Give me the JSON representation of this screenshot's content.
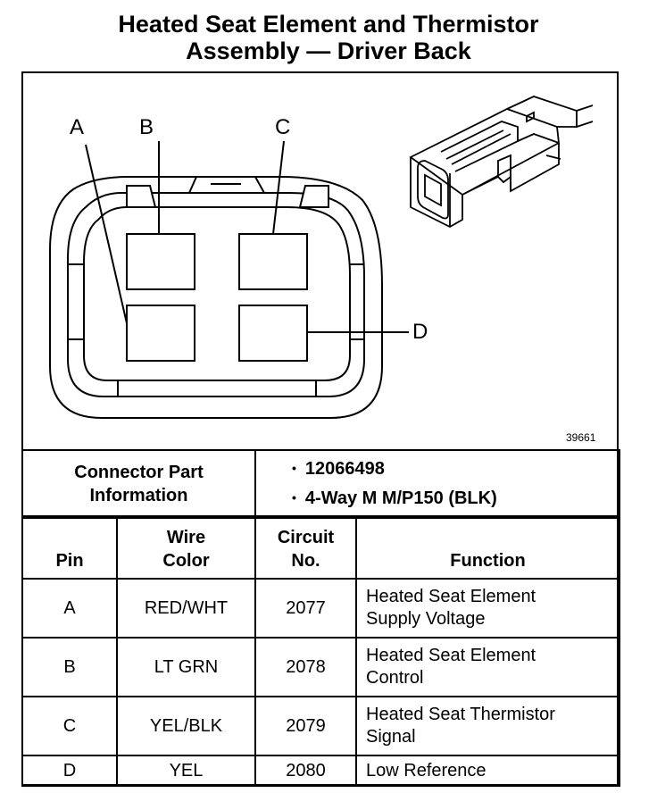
{
  "title": {
    "line1": "Heated Seat Element and Thermistor",
    "line2": "Assembly — Driver Back"
  },
  "diagram": {
    "pin_labels": [
      "A",
      "B",
      "C",
      "D"
    ],
    "figure_number": "39661"
  },
  "connector_info": {
    "label_line1": "Connector Part",
    "label_line2": "Information",
    "bullet": "•",
    "part_number": "12066498",
    "description": "4-Way M M/P150 (BLK)"
  },
  "pin_table": {
    "headers": {
      "pin": "Pin",
      "wire_color_line1": "Wire",
      "wire_color_line2": "Color",
      "circuit_line1": "Circuit",
      "circuit_line2": "No.",
      "function": "Function"
    },
    "rows": [
      {
        "pin": "A",
        "wire_color": "RED/WHT",
        "circuit": "2077",
        "function_line1": "Heated Seat Element",
        "function_line2": "Supply Voltage"
      },
      {
        "pin": "B",
        "wire_color": "LT GRN",
        "circuit": "2078",
        "function_line1": "Heated Seat Element",
        "function_line2": "Control"
      },
      {
        "pin": "C",
        "wire_color": "YEL/BLK",
        "circuit": "2079",
        "function_line1": "Heated Seat Thermistor",
        "function_line2": "Signal"
      },
      {
        "pin": "D",
        "wire_color": "YEL",
        "circuit": "2080",
        "function_line1": "Low Reference",
        "function_line2": ""
      }
    ]
  }
}
